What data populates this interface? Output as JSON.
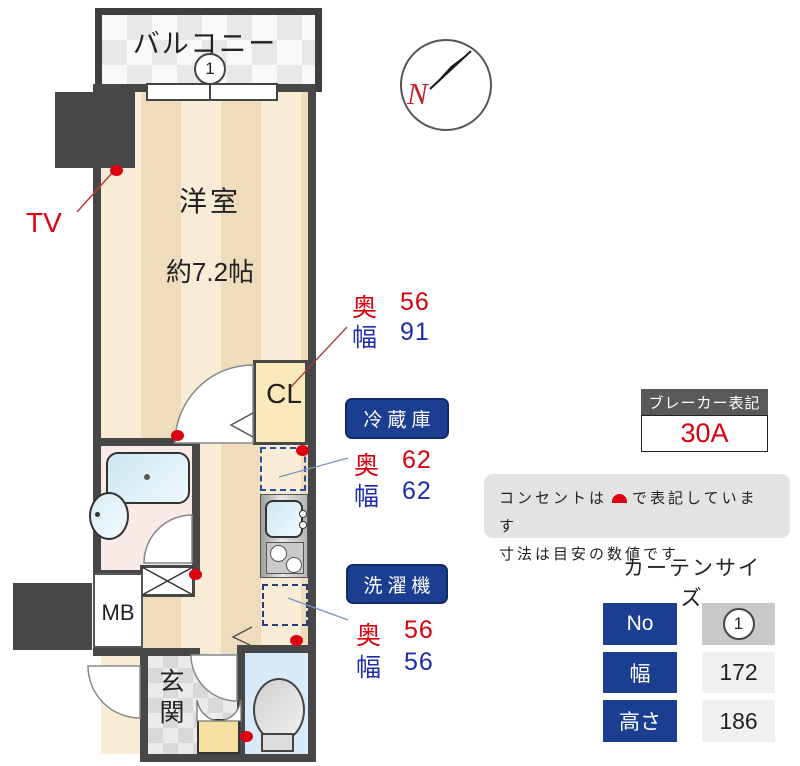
{
  "colors": {
    "wall": "#474747",
    "navy": "#1c3e91",
    "red_text": "#d6000f",
    "blue_text": "#1d2cab",
    "outlet_red": "#dd0011"
  },
  "plan": {
    "balcony": "バルコニー",
    "window_number": "1",
    "room_name": "洋室",
    "room_area": "約7.2帖",
    "closet": "CL",
    "meter_box": "MB",
    "entrance": "玄関",
    "tv": "TV",
    "compass_north": "N"
  },
  "measurements": {
    "closet": {
      "depth_label": "奥",
      "depth_value": "56",
      "width_label": "幅",
      "width_value": "91"
    },
    "fridge": {
      "title": "冷蔵庫",
      "depth_label": "奥",
      "depth_value": "62",
      "width_label": "幅",
      "width_value": "62"
    },
    "washer": {
      "title": "洗濯機",
      "depth_label": "奥",
      "depth_value": "56",
      "width_label": "幅",
      "width_value": "56"
    }
  },
  "breaker": {
    "title": "ブレーカー表記",
    "value": "30A"
  },
  "notes": {
    "line1_before": "コンセントは",
    "line1_after": "で表記しています",
    "line2": "寸法は目安の数値です"
  },
  "curtain": {
    "title": "カーテンサイズ",
    "rows": [
      {
        "label": "No",
        "value": "1"
      },
      {
        "label": "幅",
        "value": "172"
      },
      {
        "label": "高さ",
        "value": "186"
      }
    ]
  }
}
